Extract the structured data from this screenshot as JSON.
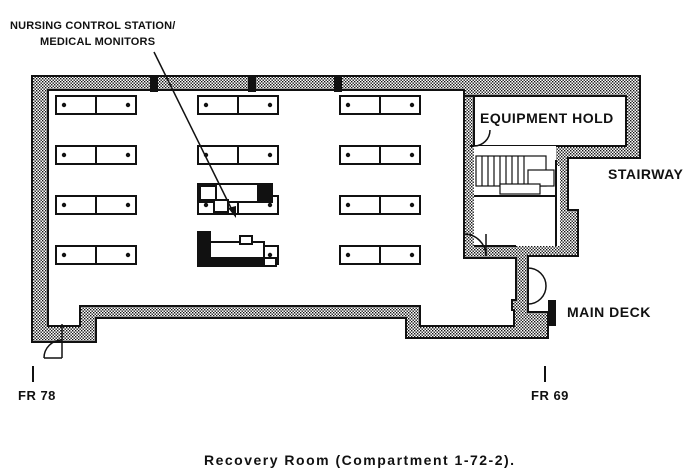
{
  "callout": {
    "line1": "NURSING CONTROL STATION/",
    "line2": "MEDICAL MONITORS"
  },
  "rooms": {
    "equipment_hold": "EQUIPMENT HOLD",
    "stairway": "STAIRWAY",
    "main_deck": "MAIN DECK"
  },
  "frames": {
    "left": "FR 78",
    "right": "FR 69"
  },
  "caption": "Recovery Room (Compartment 1-72-2).",
  "colors": {
    "ink": "#111111",
    "paper": "#ffffff"
  }
}
